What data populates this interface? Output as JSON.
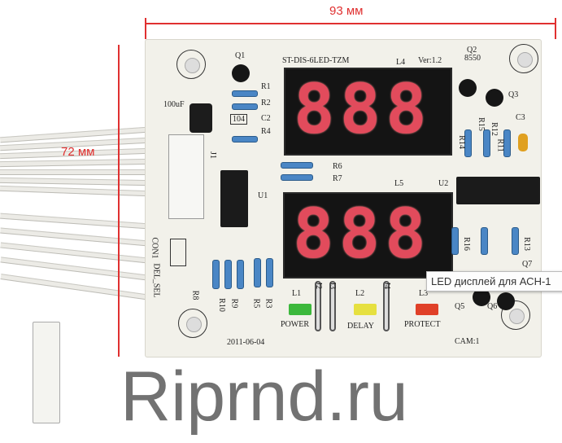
{
  "dimensions": {
    "width_label": "93 мм",
    "height_label": "72 мм",
    "line_color": "#e03030"
  },
  "board": {
    "model": "ST-DIS-6LED-TZM",
    "version": "Ver:1.2",
    "date": "2011-06-04",
    "cam": "CAM:1",
    "display_top": {
      "label": "L4",
      "digits": "888"
    },
    "display_bottom": {
      "label": "L5",
      "digits": "888"
    },
    "components": {
      "q1": "Q1",
      "q2": "Q2",
      "q2_type": "8550",
      "q3": "Q3",
      "q5": "Q5",
      "q6": "Q6",
      "q7": "Q7",
      "cap": "100uF",
      "c2": "C2",
      "c2_value": "104",
      "c3": "C3",
      "r1": "R1",
      "r2": "R2",
      "r3": "R3",
      "r4": "R4",
      "r5": "R5",
      "r6": "R6",
      "r7": "R7",
      "r8": "R8",
      "r9": "R9",
      "r10": "R10",
      "r11": "R11",
      "r12": "R12",
      "r13": "R13",
      "r14": "R14",
      "r15": "R15",
      "r16": "R16",
      "u1": "U1",
      "u2": "U2",
      "j1": "J1",
      "j2": "J2",
      "j3": "J3",
      "j4": "J4",
      "con1": "CON1",
      "del_sel": "DEL_SEL"
    },
    "leds": [
      {
        "id": "L1",
        "label": "POWER",
        "color": "#3cb83c"
      },
      {
        "id": "L2",
        "label": "DELAY",
        "color": "#e6e040"
      },
      {
        "id": "L3",
        "label": "PROTECT",
        "color": "#e04028"
      }
    ]
  },
  "tooltip": "LED дисплей для АСН-1",
  "watermark": "Riprnd.ru"
}
